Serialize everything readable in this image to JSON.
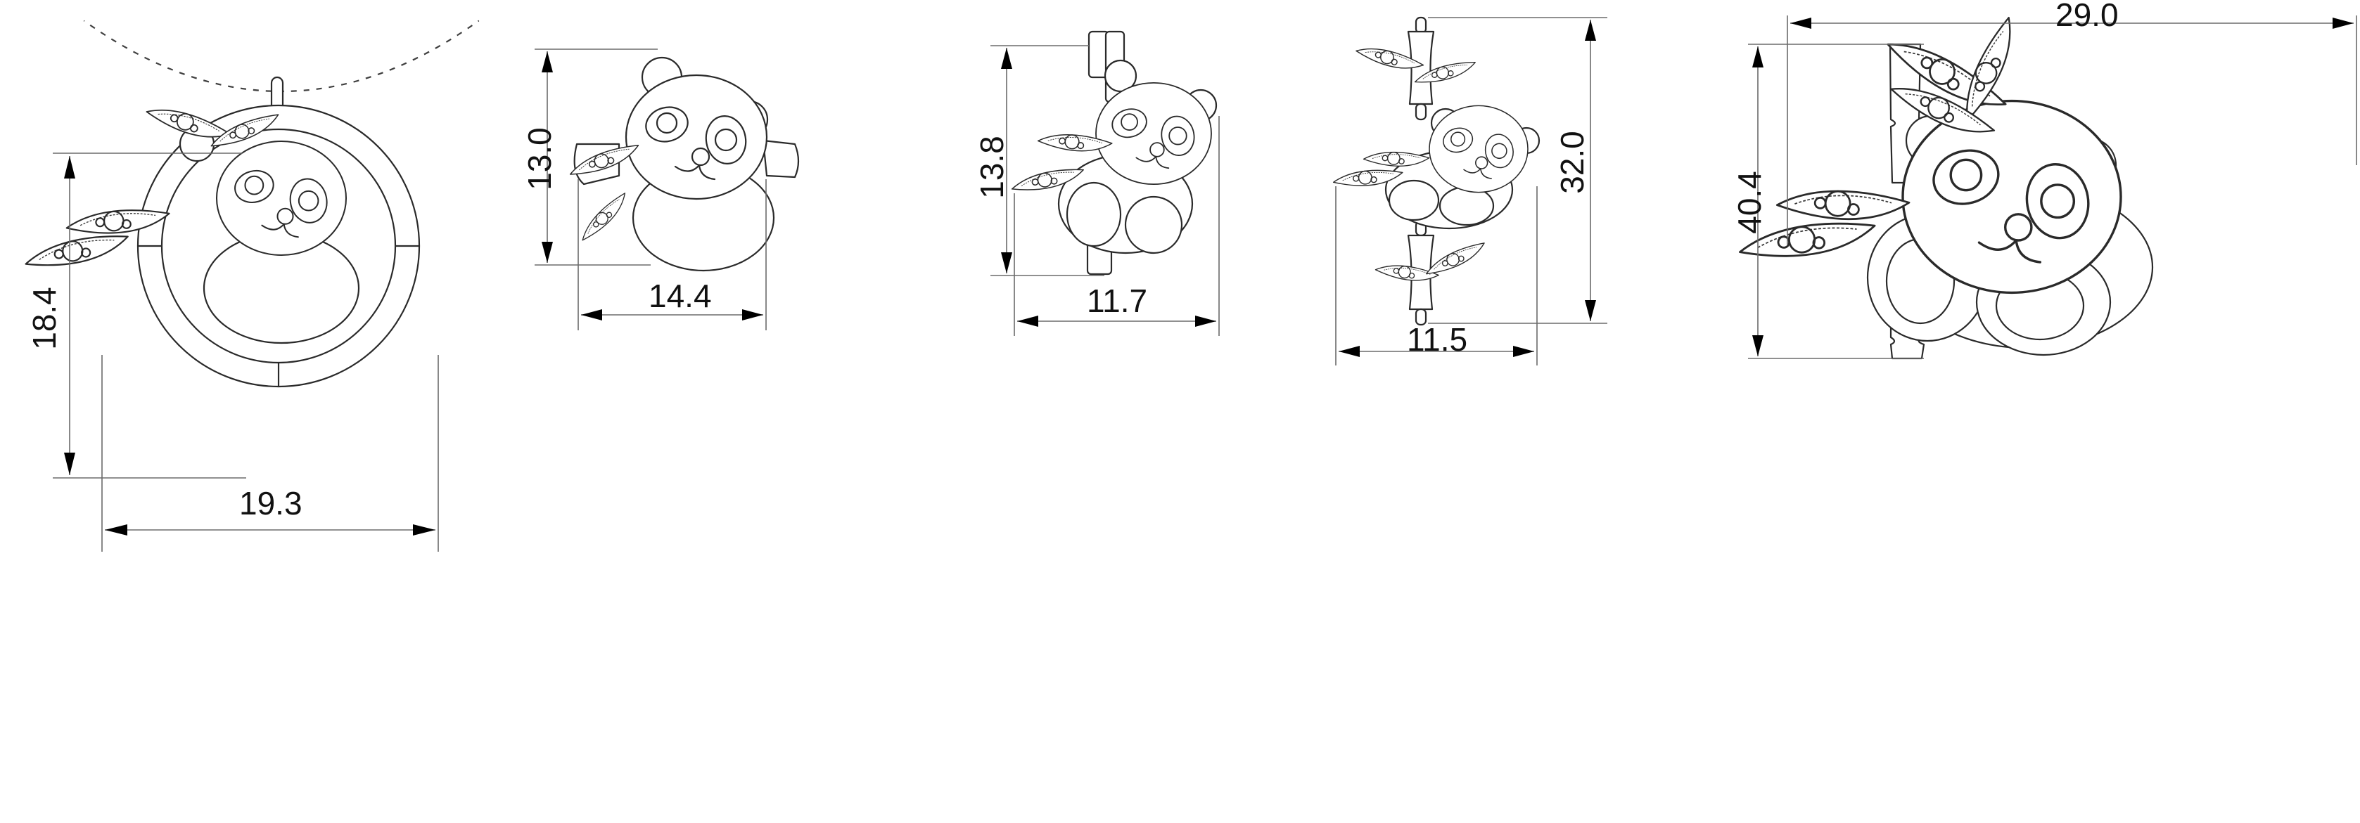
{
  "sheet": {
    "background": "#ffffff",
    "line_color": "#2a2a2a",
    "dimension_line_color": "#6b6b6b",
    "arrow_color": "#000000"
  },
  "views": [
    {
      "name": "Round pendant with chain",
      "height_label": "18.4",
      "width_label": "19.3"
    },
    {
      "name": "Panda lying on bamboo",
      "height_label": "13.0",
      "width_label": "14.4"
    },
    {
      "name": "Panda hugging bamboo stalk",
      "height_label": "13.8",
      "width_label": "11.7"
    },
    {
      "name": "Panda on long bamboo stalk",
      "height_label": "32.0",
      "width_label": "11.5"
    },
    {
      "name": "Large panda with bamboo and leaves",
      "height_label": "40.4",
      "width_label": "29.0"
    }
  ]
}
